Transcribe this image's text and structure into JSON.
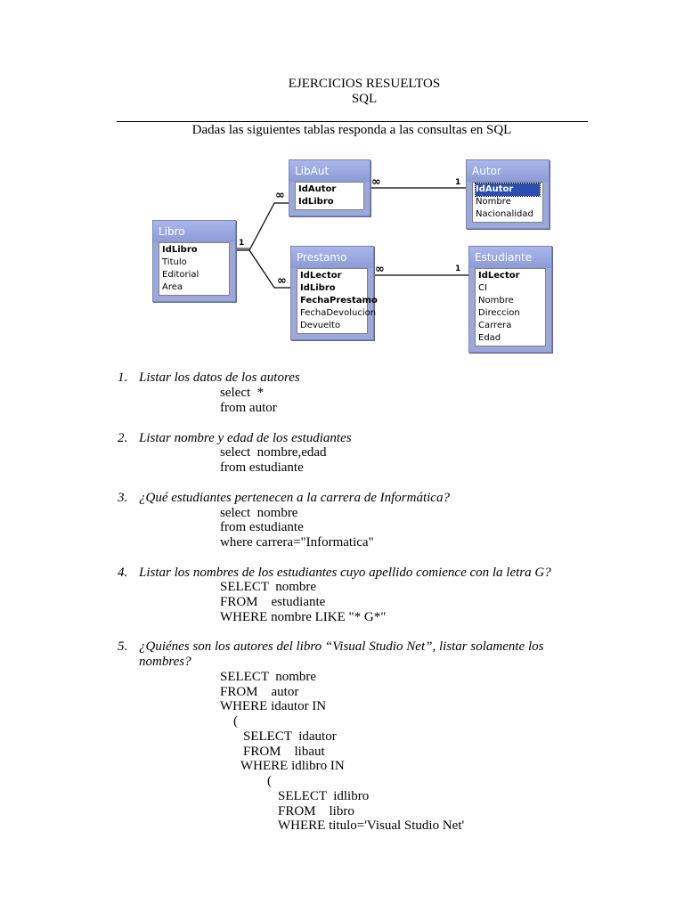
{
  "document": {
    "title_line1": "EJERCICIOS RESUELTOS",
    "title_line2": "SQL",
    "intro": "Dadas las siguientes tablas responda a las consultas en SQL"
  },
  "diagram": {
    "tables": [
      {
        "name": "LibAut",
        "fields": [
          "IdAutor",
          "IdLibro"
        ],
        "key_fields": [
          "IdAutor",
          "IdLibro"
        ]
      },
      {
        "name": "Autor",
        "fields": [
          "IdAutor",
          "Nombre",
          "Nacionalidad"
        ],
        "key_fields": [
          "IdAutor"
        ],
        "selected_field": "IdAutor"
      },
      {
        "name": "Libro",
        "fields": [
          "IdLibro",
          "Titulo",
          "Editorial",
          "Area"
        ],
        "key_fields": [
          "IdLibro"
        ]
      },
      {
        "name": "Prestamo",
        "fields": [
          "IdLector",
          "IdLibro",
          "FechaPrestamo",
          "FechaDevolucion",
          "Devuelto"
        ],
        "key_fields": [
          "IdLector",
          "IdLibro",
          "FechaPrestamo"
        ]
      },
      {
        "name": "Estudiante",
        "fields": [
          "IdLector",
          "CI",
          "Nombre",
          "Direccion",
          "Carrera",
          "Edad"
        ],
        "key_fields": [
          "IdLector"
        ]
      }
    ],
    "cardinality": {
      "one": "1",
      "many": "∞"
    }
  },
  "exercises": [
    {
      "number": "1.",
      "question": "Listar los datos de los autores",
      "sql": [
        "select  *",
        "from autor"
      ]
    },
    {
      "number": "2.",
      "question": "Listar nombre y edad de los estudiantes",
      "sql": [
        "select  nombre,edad",
        "from estudiante"
      ]
    },
    {
      "number": "3.",
      "question": "¿Qué estudiantes pertenecen a la carrera de Informática?",
      "sql": [
        "select  nombre",
        "from estudiante",
        "where carrera=\"Informatica\""
      ]
    },
    {
      "number": "4.",
      "question": "Listar los nombres de los estudiantes cuyo apellido comience con la letra G?",
      "sql": [
        "SELECT  nombre",
        "FROM    estudiante",
        "WHERE nombre LIKE \"* G*\""
      ]
    },
    {
      "number": "5.",
      "question_line1": "¿Quiénes son los autores del libro “Visual Studio Net”, listar solamente los",
      "question_line2": "nombres?",
      "sql": [
        "SELECT  nombre",
        "FROM    autor",
        "WHERE idautor IN",
        "(",
        "SELECT  idautor",
        "FROM    libaut",
        "WHERE idlibro IN",
        "(",
        "SELECT  idlibro",
        "FROM    libro",
        "WHERE titulo='Visual Studio Net'"
      ]
    }
  ]
}
